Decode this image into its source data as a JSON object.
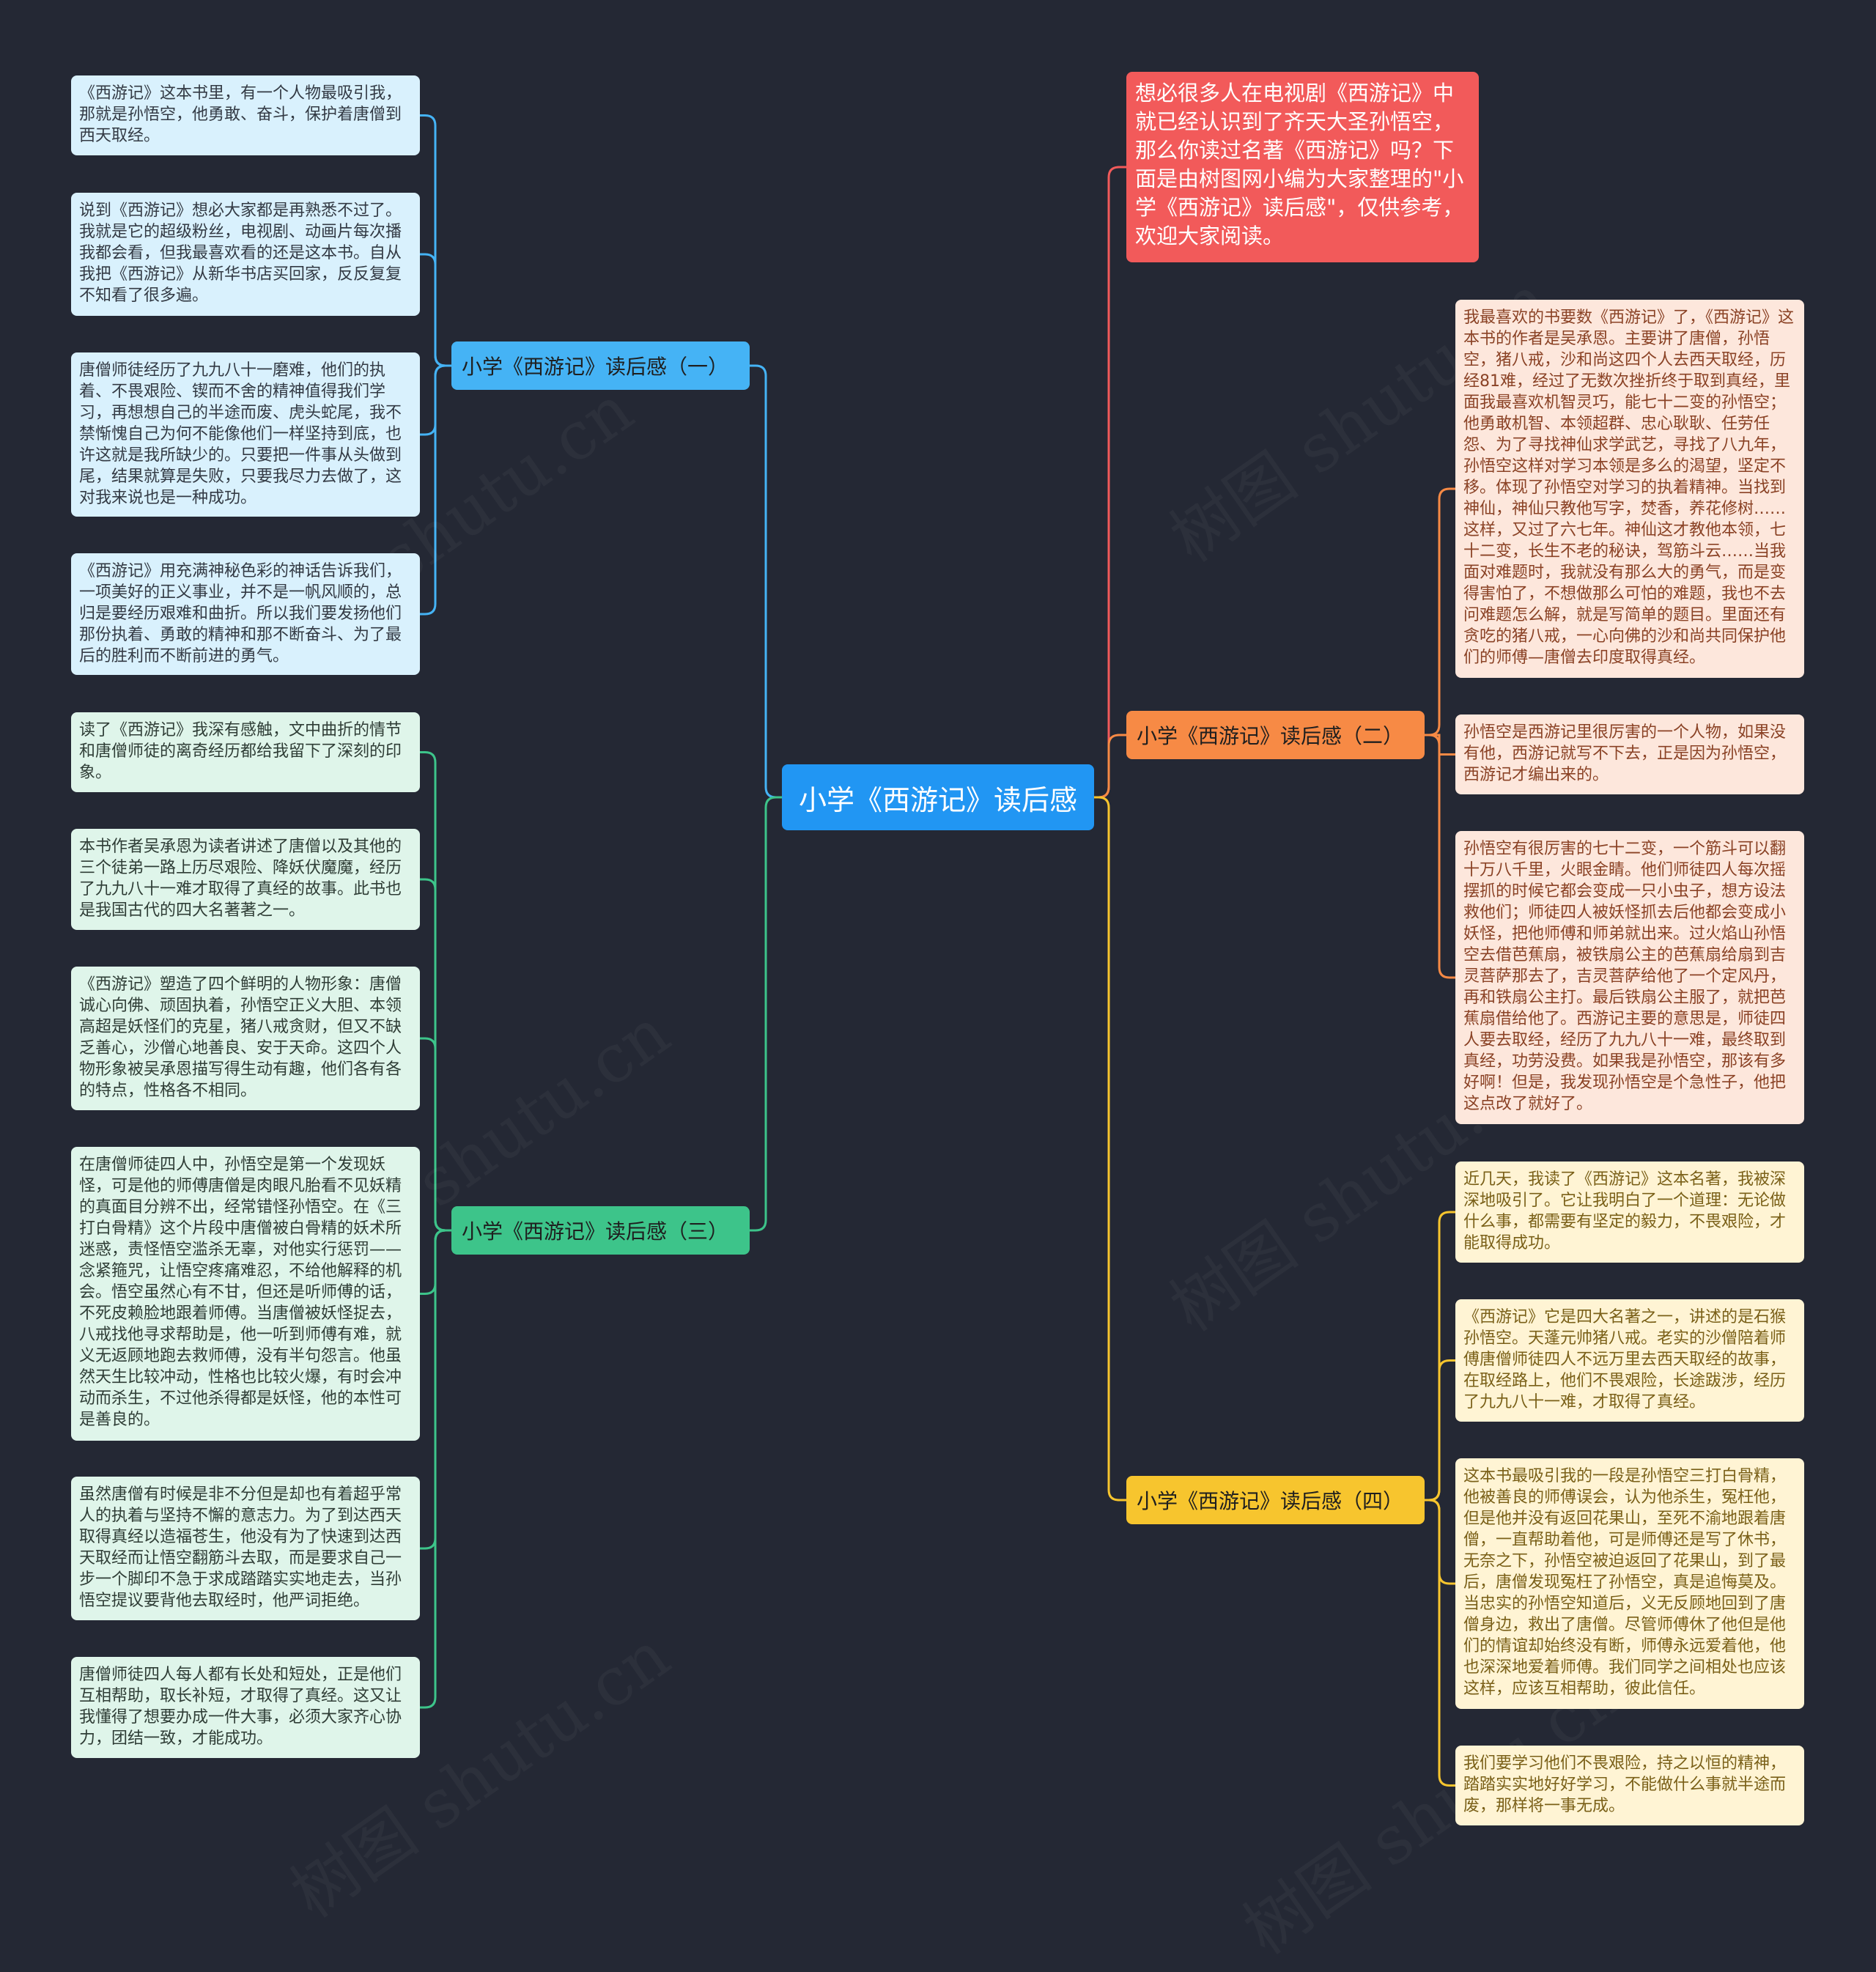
{
  "center": {
    "title": "小学《西游记》读后感"
  },
  "intro": {
    "text": "想必很多人在电视剧《西游记》中就已经认识到了齐天大圣孙悟空，那么你读过名著《西游记》吗？下面是由树图网小编为大家整理的\"小学《西游记》读后感\"，仅供参考，欢迎大家阅读。"
  },
  "branches": [
    {
      "label": "小学《西游记》读后感（一）",
      "color": "#45b3f5",
      "items": [
        "《西游记》这本书里，有一个人物最吸引我，那就是孙悟空，他勇敢、奋斗，保护着唐僧到西天取经。",
        "说到《西游记》想必大家都是再熟悉不过了。我就是它的超级粉丝，电视剧、动画片每次播我都会看，但我最喜欢看的还是这本书。自从我把《西游记》从新华书店买回家，反反复复不知看了很多遍。",
        "唐僧师徒经历了九九八十一磨难，他们的执着、不畏艰险、锲而不舍的精神值得我们学习，再想想自己的半途而废、虎头蛇尾，我不禁惭愧自己为何不能像他们一样坚持到底，也许这就是我所缺少的。只要把一件事从头做到尾，结果就算是失败，只要我尽力去做了，这对我来说也是一种成功。",
        "《西游记》用充满神秘色彩的神话告诉我们，一项美好的正义事业，并不是一帆风顺的，总归是要经历艰难和曲折。所以我们要发扬他们那份执着、勇敢的精神和那不断奋斗、为了最后的胜利而不断前进的勇气。"
      ]
    },
    {
      "label": "小学《西游记》读后感（二）",
      "color": "#f78a45",
      "items": [
        "我最喜欢的书要数《西游记》了，《西游记》这本书的作者是吴承恩。主要讲了唐僧，孙悟空，猪八戒，沙和尚这四个人去西天取经，历经81难，经过了无数次挫折终于取到真经，里面我最喜欢机智灵巧，能七十二变的孙悟空；他勇敢机智、本领超群、忠心耿耿、任劳任怨、为了寻找神仙求学武艺，寻找了八九年，孙悟空这样对学习本领是多么的渴望，坚定不移。体现了孙悟空对学习的执着精神。当找到神仙，神仙只教他写字，焚香，养花修树……这样，又过了六七年。神仙这才教他本领，七十二变，长生不老的秘诀，驾筋斗云……当我面对难题时，我就没有那么大的勇气，而是变得害怕了，不想做那么可怕的难题，我也不去问难题怎么解，就是写简单的题目。里面还有贪吃的猪八戒，一心向佛的沙和尚共同保护他们的师傅—唐僧去印度取得真经。",
        "孙悟空是西游记里很厉害的一个人物，如果没有他，西游记就写不下去，正是因为孙悟空，西游记才编出来的。",
        "孙悟空有很厉害的七十二变，一个筋斗可以翻十万八千里，火眼金睛。他们师徒四人每次摇摆抓的时候它都会变成一只小虫子，想方设法救他们；师徒四人被妖怪抓去后他都会变成小妖怪，把他师傅和师弟就出来。过火焰山孙悟空去借芭蕉扇，被铁扇公主的芭蕉扇给扇到吉灵菩萨那去了，吉灵菩萨给他了一个定风丹，再和铁扇公主打。最后铁扇公主服了，就把芭蕉扇借给他了。西游记主要的意思是，师徒四人要去取经，经历了九九八十一难，最终取到真经，功劳没费。如果我是孙悟空，那该有多好啊！但是，我发现孙悟空是个急性子，他把这点改了就好了。"
      ]
    },
    {
      "label": "小学《西游记》读后感（三）",
      "color": "#3dc48a",
      "items": [
        "读了《西游记》我深有感触，文中曲折的情节和唐僧师徒的离奇经历都给我留下了深刻的印象。",
        "本书作者吴承恩为读者讲述了唐僧以及其他的三个徒弟一路上历尽艰险、降妖伏魔魔，经历了九九八十一难才取得了真经的故事。此书也是我国古代的四大名著著之一。",
        "《西游记》塑造了四个鲜明的人物形象：唐僧诚心向佛、顽固执着，孙悟空正义大胆、本领高超是妖怪们的克星，猪八戒贪财，但又不缺乏善心，沙僧心地善良、安于天命。这四个人物形象被吴承恩描写得生动有趣，他们各有各的特点，性格各不相同。",
        "在唐僧师徒四人中，孙悟空是第一个发现妖怪，可是他的师傅唐僧是肉眼凡胎看不见妖精的真面目分辨不出，经常错怪孙悟空。在《三打白骨精》这个片段中唐僧被白骨精的妖术所迷惑，责怪悟空滥杀无辜，对他实行惩罚——念紧箍咒，让悟空疼痛难忍，不给他解释的机会。悟空虽然心有不甘，但还是听师傅的话，不死皮赖脸地跟着师傅。当唐僧被妖怪捉去，八戒找他寻求帮助是，他一听到师傅有难，就义无返顾地跑去救师傅，没有半句怨言。他虽然天生比较冲动，性格也比较火爆，有时会冲动而杀生，不过他杀得都是妖怪，他的本性可是善良的。",
        "虽然唐僧有时候是非不分但是却也有着超乎常人的执着与坚持不懈的意志力。为了到达西天取得真经以造福苍生，他没有为了快速到达西天取经而让悟空翻筋斗去取，而是要求自己一步一个脚印不急于求成踏踏实实地走去，当孙悟空提议要背他去取经时，他严词拒绝。",
        "唐僧师徒四人每人都有长处和短处，正是他们互相帮助，取长补短，才取得了真经。这又让我懂得了想要办成一件大事，必须大家齐心协力，团结一致，才能成功。"
      ]
    },
    {
      "label": "小学《西游记》读后感（四）",
      "color": "#f7c52e",
      "items": [
        "近几天，我读了《西游记》这本名著，我被深深地吸引了。它让我明白了一个道理：无论做什么事，都需要有坚定的毅力，不畏艰险，才能取得成功。",
        "《西游记》它是四大名著之一，讲述的是石猴孙悟空。天蓬元帅猪八戒。老实的沙僧陪着师傅唐僧师徒四人不远万里去西天取经的故事，在取经路上，他们不畏艰险，长途跋涉，经历了九九八十一难，才取得了真经。",
        "这本书最吸引我的一段是孙悟空三打白骨精，他被善良的师傅误会，认为他杀生，冤枉他，但是他并没有返回花果山，至死不渝地跟着唐僧，一直帮助着他，可是师傅还是写了休书，无奈之下，孙悟空被迫返回了花果山，到了最后，唐僧发现冤枉了孙悟空，真是追悔莫及。当忠实的孙悟空知道后，义无反顾地回到了唐僧身边，救出了唐僧。尽管师傅休了他但是他们的情谊却始终没有断，师傅永远爱着他，他也深深地爱着师傅。我们同学之间相处也应该这样，应该互相帮助，彼此信任。",
        "我们要学习他们不畏艰险，持之以恒的精神，踏踏实实地好好学习，不能做什么事就半途而废，那样将一事无成。"
      ]
    }
  ],
  "colors": {
    "background": "#242834",
    "center": "#2196f3",
    "intro": "#f25a5a",
    "branch1": "#45b3f5",
    "branch2": "#f78a45",
    "branch3": "#3dc48a",
    "branch4": "#f7c52e"
  }
}
